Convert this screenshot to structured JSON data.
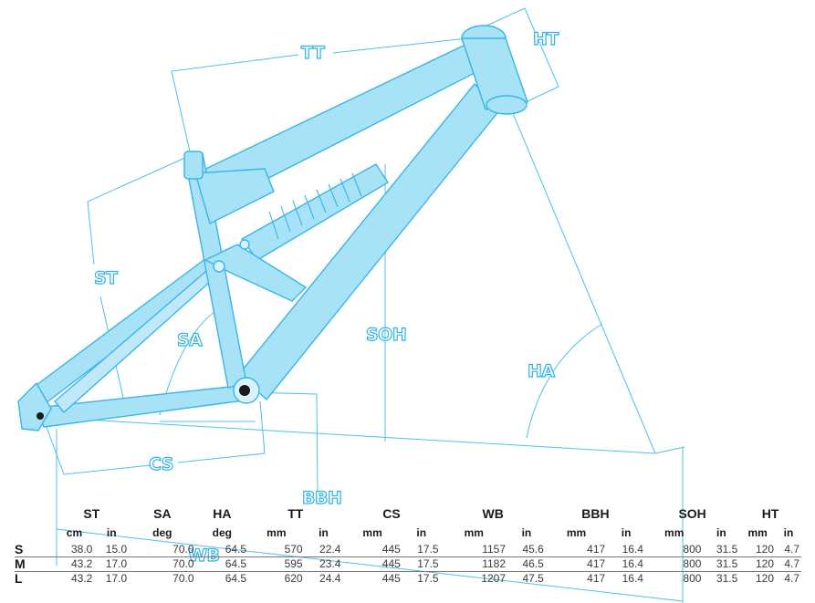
{
  "diagram": {
    "labels": {
      "tt": "TT",
      "ht": "HT",
      "st": "ST",
      "sa": "SA",
      "soh": "SOH",
      "ha": "HA",
      "cs": "CS",
      "bbh": "BBH",
      "wb": "WB"
    },
    "colors": {
      "frame_fill": "#a8e2f7",
      "frame_stroke": "#38b6e8",
      "dimension_line": "#4cc0ec"
    }
  },
  "table": {
    "columns": [
      {
        "name": "ST",
        "units": [
          "cm",
          "in"
        ]
      },
      {
        "name": "SA",
        "units": [
          "deg"
        ]
      },
      {
        "name": "HA",
        "units": [
          "deg"
        ]
      },
      {
        "name": "TT",
        "units": [
          "mm",
          "in"
        ]
      },
      {
        "name": "CS",
        "units": [
          "mm",
          "in"
        ]
      },
      {
        "name": "WB",
        "units": [
          "mm",
          "in"
        ]
      },
      {
        "name": "BBH",
        "units": [
          "mm",
          "in"
        ]
      },
      {
        "name": "SOH",
        "units": [
          "mm",
          "in"
        ]
      },
      {
        "name": "HT",
        "units": [
          "mm",
          "in"
        ]
      }
    ],
    "rows": [
      {
        "size": "S",
        "values": [
          "38.0",
          "15.0",
          "70.0",
          "64.5",
          "570",
          "22.4",
          "445",
          "17.5",
          "1157",
          "45.6",
          "417",
          "16.4",
          "800",
          "31.5",
          "120",
          "4.7"
        ]
      },
      {
        "size": "M",
        "values": [
          "43.2",
          "17.0",
          "70.0",
          "64.5",
          "595",
          "23.4",
          "445",
          "17.5",
          "1182",
          "46.5",
          "417",
          "16.4",
          "800",
          "31.5",
          "120",
          "4.7"
        ]
      },
      {
        "size": "L",
        "values": [
          "43.2",
          "17.0",
          "70.0",
          "64.5",
          "620",
          "24.4",
          "445",
          "17.5",
          "1207",
          "47.5",
          "417",
          "16.4",
          "800",
          "31.5",
          "120",
          "4.7"
        ]
      }
    ]
  }
}
